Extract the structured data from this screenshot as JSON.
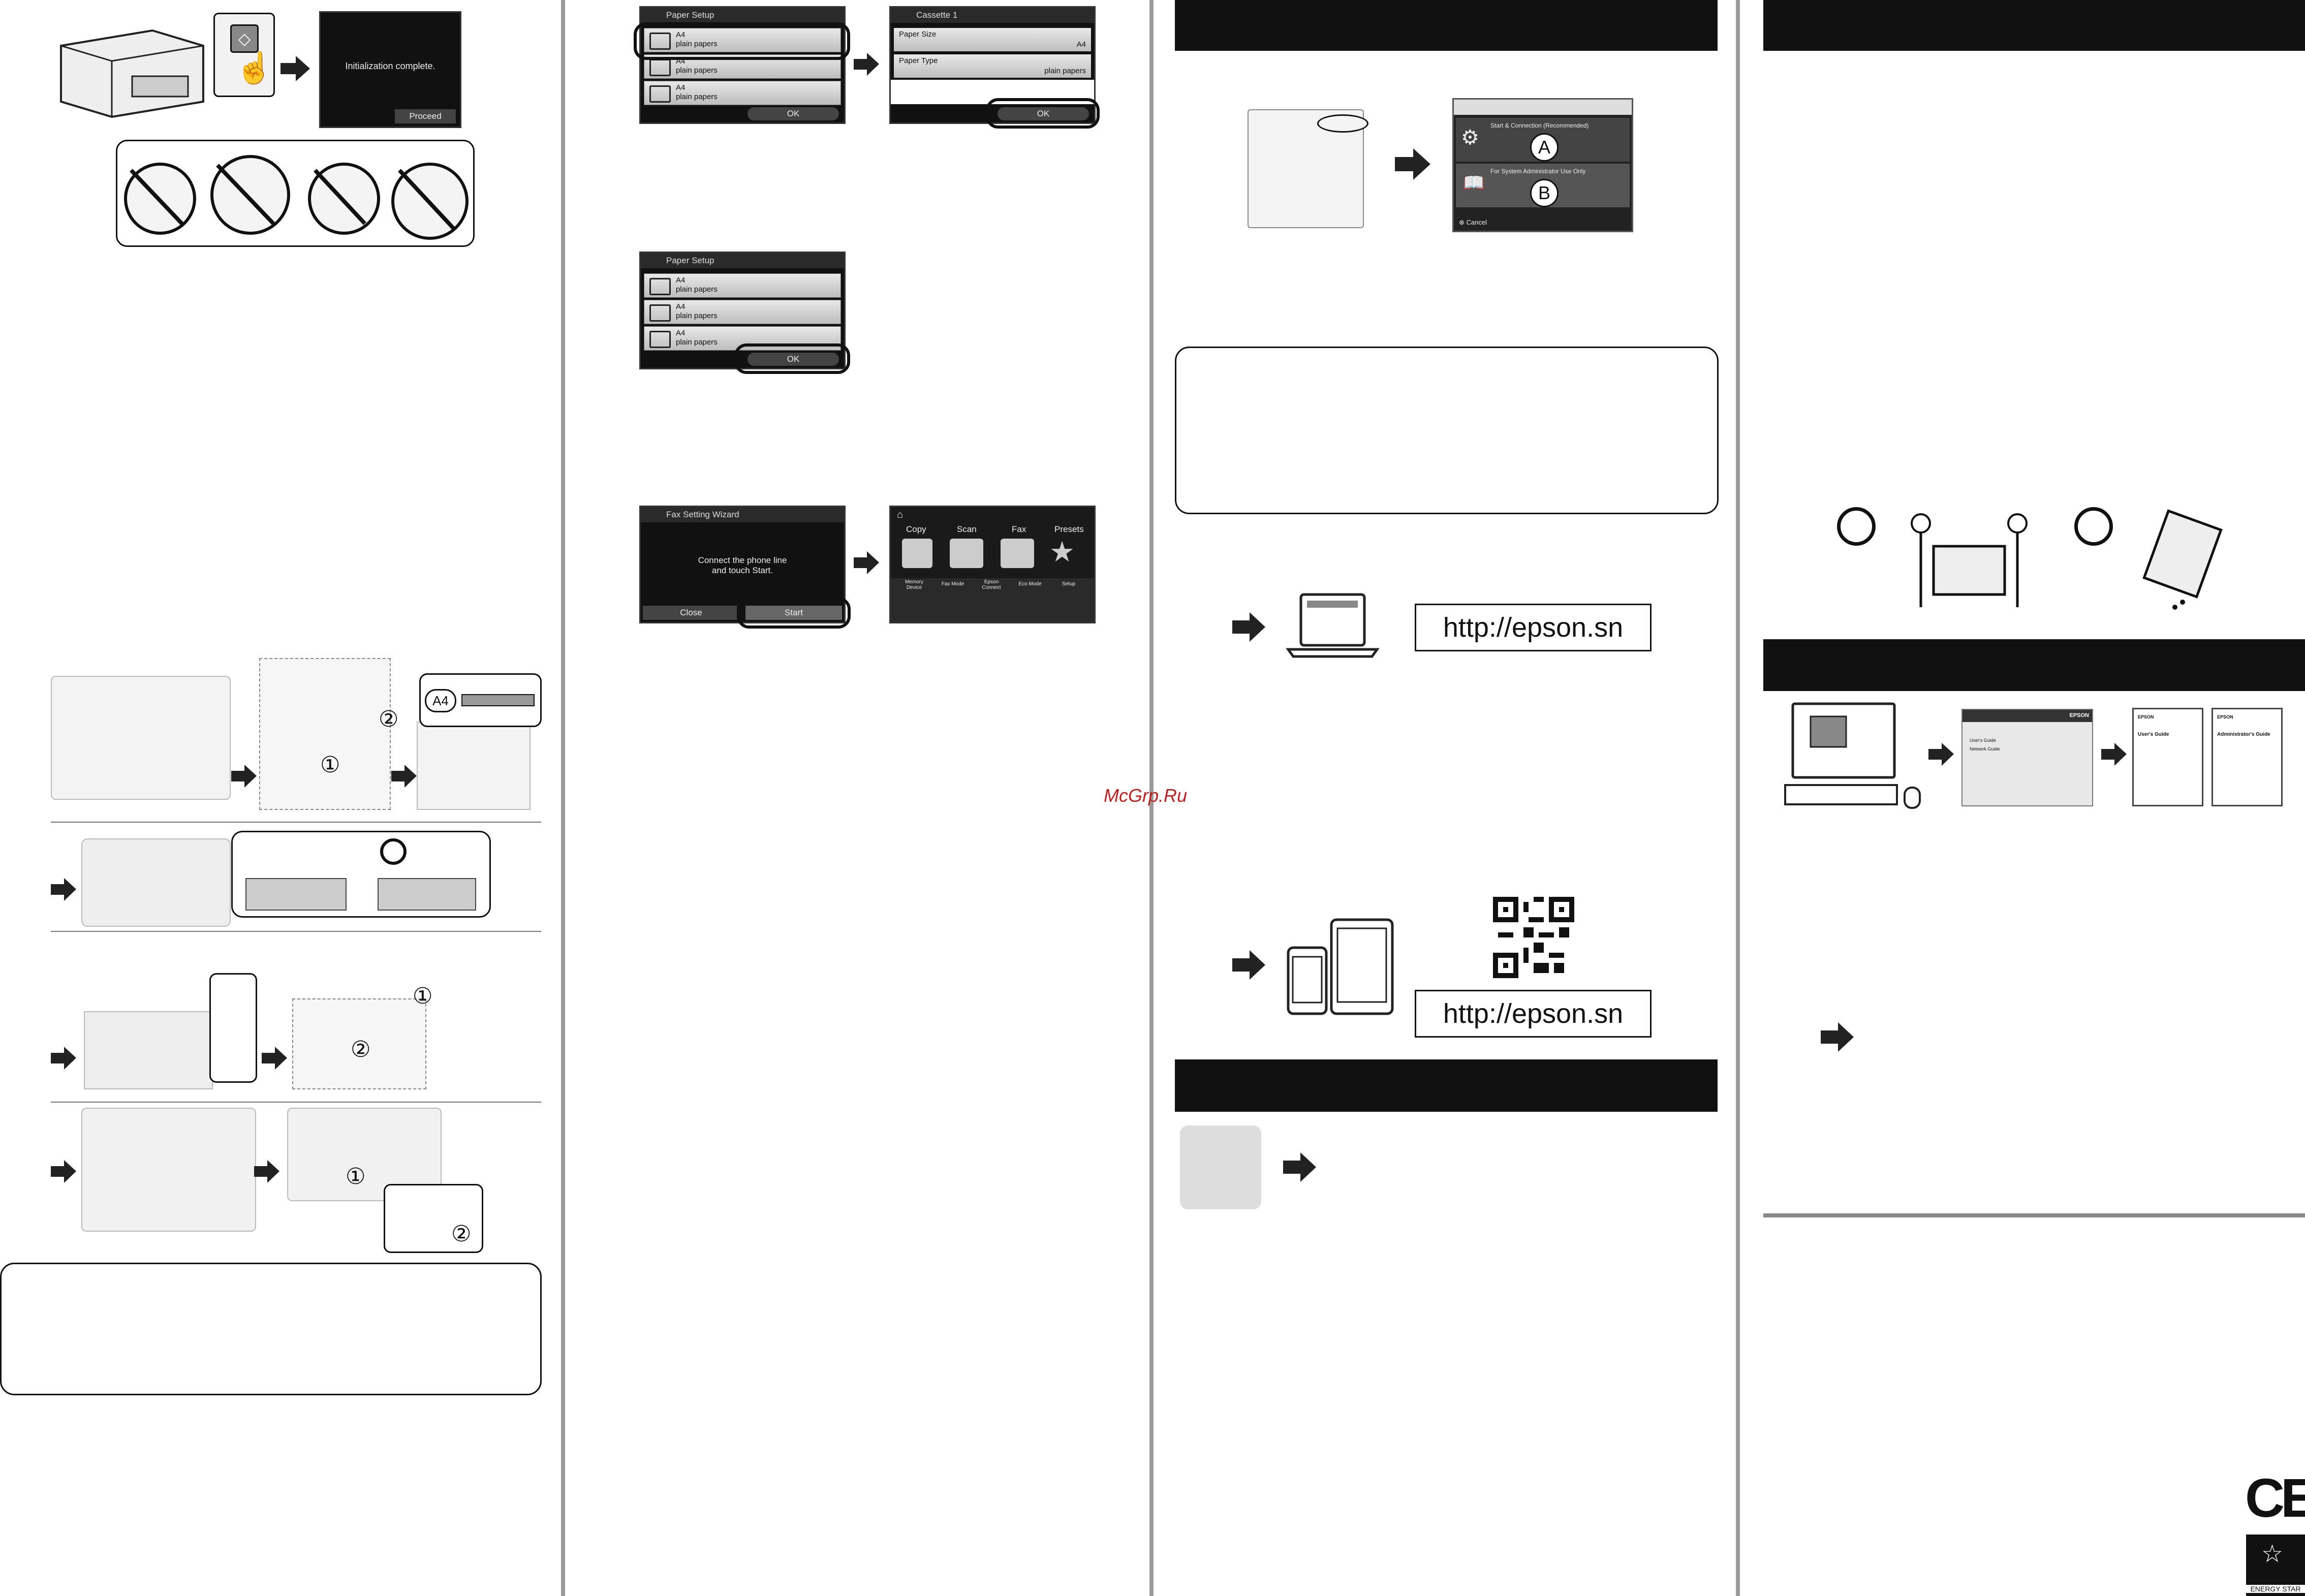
{
  "init_screen": {
    "message": "Initialization complete.",
    "button": "Proceed"
  },
  "paper_setup_1": {
    "title": "Paper Setup",
    "rows": [
      {
        "size": "A4",
        "type": "plain papers"
      },
      {
        "size": "A4",
        "type": "plain papers"
      },
      {
        "size": "A4",
        "type": "plain papers"
      }
    ],
    "ok": "OK"
  },
  "cassette_screen": {
    "title": "Cassette 1",
    "paper_size_label": "Paper Size",
    "paper_size_value": "A4",
    "paper_type_label": "Paper Type",
    "paper_type_value": "plain papers",
    "ok": "OK"
  },
  "paper_setup_2": {
    "title": "Paper Setup",
    "rows": [
      {
        "size": "A4",
        "type": "plain papers"
      },
      {
        "size": "A4",
        "type": "plain papers"
      },
      {
        "size": "A4",
        "type": "plain papers"
      }
    ],
    "ok": "OK"
  },
  "fax_wizard": {
    "title": "Fax Setting Wizard",
    "message_line1": "Connect the phone line",
    "message_line2": "and touch Start.",
    "close": "Close",
    "start": "Start"
  },
  "home_screen": {
    "tabs": [
      "Copy",
      "Scan",
      "Fax",
      "Presets"
    ],
    "bottom_items": [
      "Memory Device",
      "Fax Mode",
      "Epson Connect",
      "Eco Mode",
      "Setup"
    ]
  },
  "tray_label": "A4",
  "markers": {
    "one": "①",
    "two": "②",
    "A": "A",
    "B": "B"
  },
  "installer": {
    "opt_a": "Start & Connection (Recommended)",
    "opt_b": "For System Administrator Use Only",
    "cancel": "Cancel"
  },
  "url_laptop": "http://epson.sn",
  "url_mobile": "http://epson.sn",
  "watermark": "McGrp.Ru",
  "manual_screen": {
    "brand": "EPSON",
    "items": [
      "User's Guide",
      "Network Guide"
    ]
  },
  "guides": [
    {
      "brand": "EPSON",
      "title": "User's Guide"
    },
    {
      "brand": "EPSON",
      "title": "Administrator's Guide"
    }
  ],
  "energy_star": "ENERGY STAR",
  "ce_mark": "CE"
}
